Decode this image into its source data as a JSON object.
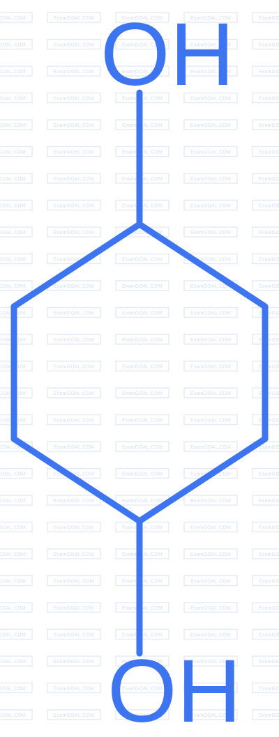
{
  "watermark": {
    "text": "ExamGOAL.COM"
  },
  "molecule": {
    "top_group": "OH",
    "bottom_group": "OH"
  },
  "colors": {
    "bond": "#3d74f0",
    "watermark_text": "#d4dff0",
    "watermark_box": "#e3eaf6",
    "background": "#ffffff"
  }
}
